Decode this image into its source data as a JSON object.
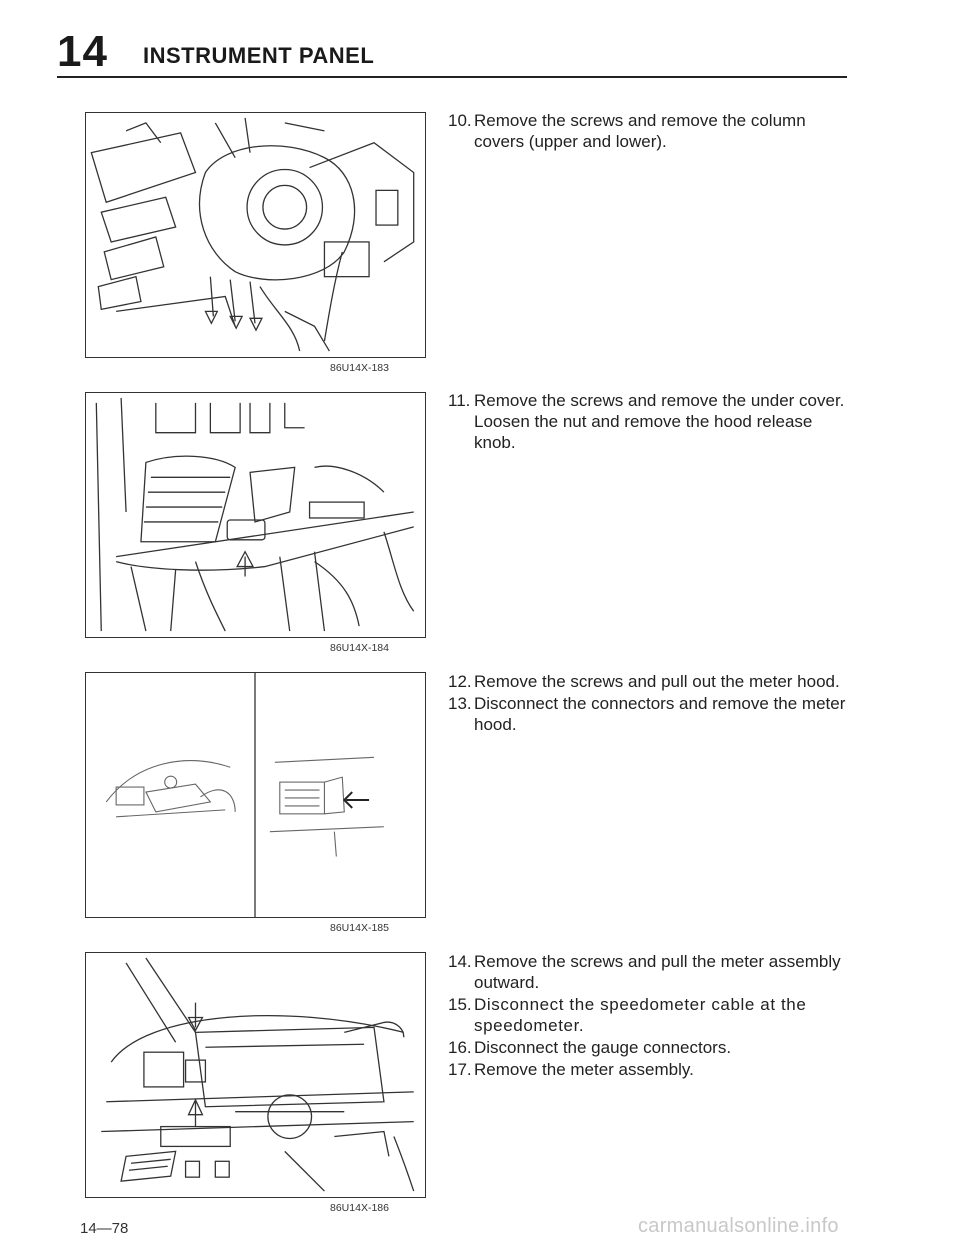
{
  "header": {
    "chapter_number": "14",
    "chapter_title": "INSTRUMENT PANEL"
  },
  "figures": [
    {
      "code": "86U14X-183"
    },
    {
      "code": "86U14X-184"
    },
    {
      "code": "86U14X-185"
    },
    {
      "code": "86U14X-186"
    }
  ],
  "steps": [
    {
      "items": [
        {
          "num": "10.",
          "text": "Remove the screws and remove the column covers (upper and lower)."
        }
      ]
    },
    {
      "items": [
        {
          "num": "11.",
          "text": "Remove the screws and remove the under cover. Loosen the nut and remove the hood release knob."
        }
      ]
    },
    {
      "items": [
        {
          "num": "12.",
          "text": "Remove the screws and pull out the meter hood."
        },
        {
          "num": "13.",
          "text": "Disconnect the connectors and remove the meter hood."
        }
      ]
    },
    {
      "items": [
        {
          "num": "14.",
          "text": "Remove the screws and pull the meter assembly outward."
        },
        {
          "num": "15.",
          "text": "Disconnect the speedometer cable at the speedometer."
        },
        {
          "num": "16.",
          "text": "Disconnect the gauge connectors."
        },
        {
          "num": "17.",
          "text": "Remove the meter assembly."
        }
      ]
    }
  ],
  "footer": {
    "page_number": "14—78",
    "watermark": "carmanualsonline.info"
  }
}
